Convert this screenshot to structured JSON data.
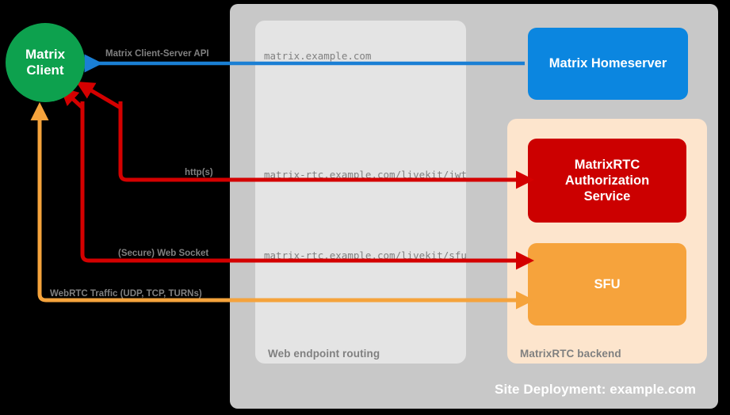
{
  "diagram": {
    "title": "Site Deployment: example.com",
    "colors": {
      "background": "#000000",
      "site_container": "#c8c8c8",
      "web_endpoint_container": "#e4e4e4",
      "matrixrtc_backend_container": "#fde5cd",
      "client_green": "#0da14e",
      "homeserver_blue": "#0b86e0",
      "auth_red": "#cc0000",
      "sfu_orange": "#f6a33c",
      "label_gray": "#808080",
      "arrow_blue": "#1a7fd4",
      "arrow_red": "#d40000",
      "arrow_orange": "#f5a33c"
    }
  },
  "containers": {
    "site_deployment": {
      "label": "Site Deployment: example.com"
    },
    "web_endpoint_routing": {
      "label": "Web endpoint routing"
    },
    "matrixrtc_backend": {
      "label": "MatrixRTC backend"
    }
  },
  "nodes": {
    "client": {
      "line1": "Matrix",
      "line2": "Client"
    },
    "homeserver": {
      "label": "Matrix Homeserver"
    },
    "authorization_service": {
      "line1": "MatrixRTC",
      "line2": "Authorization",
      "line3": "Service"
    },
    "sfu": {
      "label": "SFU"
    }
  },
  "endpoints": [
    {
      "name": "matrix-homeserver-endpoint",
      "path": "matrix.example.com"
    },
    {
      "name": "matrixrtc-jwt-endpoint",
      "path": "matrix-rtc.example.com/livekit/jwt"
    },
    {
      "name": "matrixrtc-sfu-endpoint",
      "path": "matrix-rtc.example.com/livekit/sfu"
    }
  ],
  "flows": [
    {
      "name": "client-server-api",
      "label": "Matrix Client-Server API",
      "color": "#1a7fd4"
    },
    {
      "name": "https-flow",
      "label": "http(s)",
      "color": "#d40000"
    },
    {
      "name": "websocket-flow",
      "label": "(Secure) Web Socket",
      "color": "#d40000"
    },
    {
      "name": "webrtc-flow",
      "label": "WebRTC Traffic (UDP, TCP, TURNs)",
      "color": "#f5a33c"
    }
  ]
}
